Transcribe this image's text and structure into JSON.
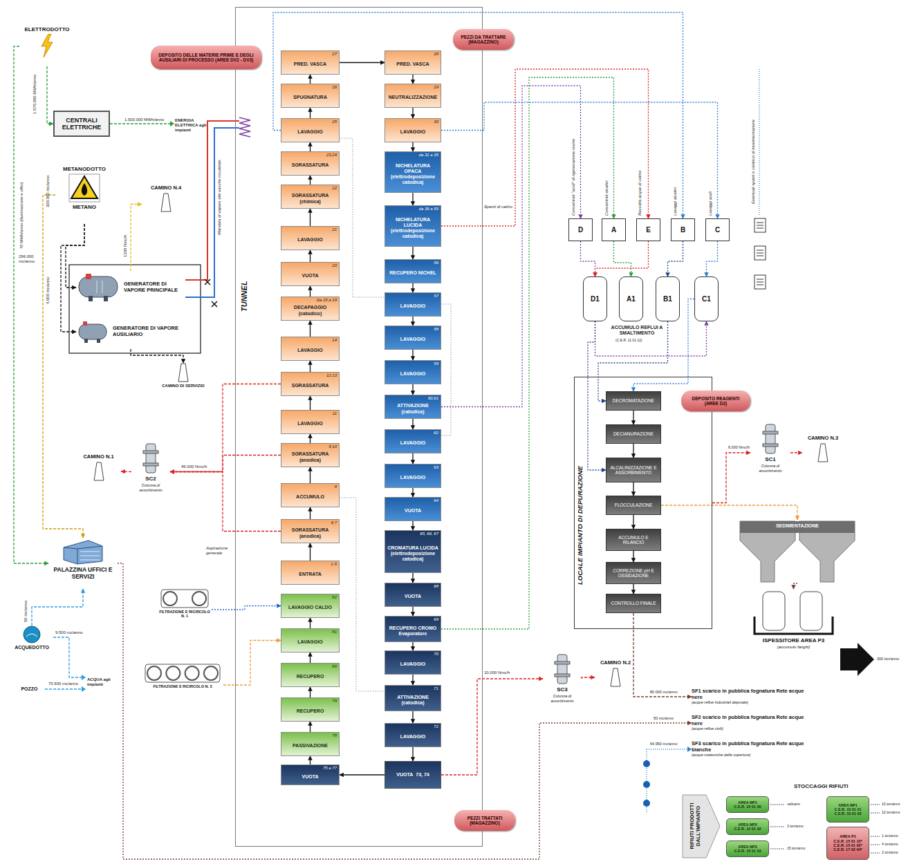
{
  "diagram": {
    "nodes": [
      {
        "text": [
          "ELETTRODOTTO"
        ]
      },
      {
        "text": [
          "CENTRALI ELETTRICHE"
        ]
      },
      {
        "text": [
          "METANODOTTO",
          "METANO"
        ]
      },
      {
        "text": [
          "GENERATORE DI VAPORE PRINCIPALE"
        ]
      },
      {
        "text": [
          "GENERATORE DI VAPORE AUSILIARIO"
        ]
      },
      {
        "text": [
          "CAMINO N.4"
        ]
      },
      {
        "text": [
          "CAMINO DI SERVIZIO"
        ]
      },
      {
        "text": [
          "CAMINO N.1"
        ]
      },
      {
        "text": [
          "SC2",
          "Colonna di assorbimento"
        ]
      },
      {
        "text": [
          "PALAZZINA UFFICI E SERVIZI"
        ]
      },
      {
        "text": [
          "ACQUEDOTTO"
        ]
      },
      {
        "text": [
          "POZZO"
        ]
      },
      {
        "text": [
          "FILTRAZIONE E RICIRCOLO N. 1"
        ]
      },
      {
        "text": [
          "FILTRAZIONE E RICIRCOLO N. 3"
        ]
      },
      {
        "text": [
          "TUNNEL"
        ]
      },
      {
        "text": [
          "27",
          "PRED. VASCA"
        ],
        "in": 14
      },
      {
        "text": [
          "26",
          "SPUGNATURA"
        ],
        "in": 14
      },
      {
        "text": [
          "25",
          "LAVAGGIO"
        ],
        "in": 14
      },
      {
        "text": [
          "23,24",
          "SGRASSATURA"
        ],
        "in": 14
      },
      {
        "text": [
          "22",
          "SGRASSATURA (chimica)"
        ],
        "in": 14
      },
      {
        "text": [
          "21",
          "LAVAGGIO"
        ],
        "in": 14
      },
      {
        "text": [
          "20",
          "VUOTA"
        ],
        "in": 14
      },
      {
        "text": [
          "Da 15 a 19",
          "DECAPAGGIO (catodico)"
        ],
        "in": 14
      },
      {
        "text": [
          "14",
          "LAVAGGIO"
        ],
        "in": 14
      },
      {
        "text": [
          "12.13",
          "SGRASSATURA"
        ],
        "in": 14
      },
      {
        "text": [
          "11",
          "LAVAGGIO"
        ],
        "in": 14
      },
      {
        "text": [
          "9,10",
          "SGRASSATURA (anodica)"
        ],
        "in": 14
      },
      {
        "text": [
          "8",
          "ACCUMULO"
        ],
        "in": 14
      },
      {
        "text": [
          "6,7",
          "SGRASSATURA (anodica)"
        ],
        "in": 14
      },
      {
        "text": [
          "1-5",
          "ENTRATA"
        ],
        "in": 14
      },
      {
        "text": [
          "82",
          "LAVAGGIO CALDO"
        ],
        "in": 14
      },
      {
        "text": [
          "81",
          "LAVAGGIO"
        ],
        "in": 14
      },
      {
        "text": [
          "80",
          "RECUPERO"
        ],
        "in": 14
      },
      {
        "text": [
          "79",
          "RECUPERO"
        ],
        "in": 14
      },
      {
        "text": [
          "78",
          "PASSIVAZIONE"
        ],
        "in": 14
      },
      {
        "text": [
          "75 a 77",
          "VUOTA"
        ],
        "in": 14
      },
      {
        "text": [
          "28",
          "PRED. VASCA"
        ],
        "in": 14
      },
      {
        "text": [
          "29",
          "NEUTRALIZZAZIONE"
        ],
        "in": 14
      },
      {
        "text": [
          "30",
          "LAVAGGIO"
        ],
        "in": 14
      },
      {
        "text": [
          "da 31 a 35",
          "NICHELATURA OPACA (elettrodeposizione catodica)"
        ],
        "in": 14
      },
      {
        "text": [
          "da 36 a 55",
          "NICHELATURA LUCIDA (elettrodeposizione catodica)"
        ],
        "in": 14
      },
      {
        "text": [
          "56",
          "RECUPERO NICHEL"
        ],
        "in": 14
      },
      {
        "text": [
          "57",
          "LAVAGGIO"
        ],
        "in": 14
      },
      {
        "text": [
          "58",
          "LAVAGGIO"
        ],
        "in": 14
      },
      {
        "text": [
          "59",
          "LAVAGGIO"
        ],
        "in": 14
      },
      {
        "text": [
          "60,61",
          "ATTIVAZIONE (catodica)"
        ],
        "in": 14
      },
      {
        "text": [
          "62",
          "LAVAGGIO"
        ],
        "in": 14
      },
      {
        "text": [
          "63",
          "LAVAGGIO"
        ],
        "in": 14
      },
      {
        "text": [
          "64",
          "VUOTA"
        ],
        "in": 14
      },
      {
        "text": [
          "65, 66, 67",
          "CROMATURA LUCIDA (elettrodeposizione catodica)"
        ],
        "in": 14
      },
      {
        "text": [
          "68",
          "VUOTA"
        ],
        "in": 14
      },
      {
        "text": [
          "69",
          "RECUPERO CROMO Evaporatore"
        ],
        "in": 14
      },
      {
        "text": [
          "70",
          "LAVAGGIO"
        ],
        "in": 14
      },
      {
        "text": [
          "71",
          "ATTIVAZIONE (catodica)"
        ],
        "in": 14
      },
      {
        "text": [
          "72",
          "LAVAGGIO"
        ],
        "in": 14
      },
      {
        "text": [
          "VUOTA",
          "73, 74"
        ],
        "in": 14
      },
      {
        "text": [
          "DEPOSITO DELLE MATERIE PRIME E DEGLI AUSILIARI DI PROCESSO (AREE DV2 - DV3)"
        ]
      },
      {
        "text": [
          "PEZZI DA TRATTARE (MAGAZZINO)"
        ]
      },
      {
        "text": [
          "PEZZI TRATTATI (MAGAZZINO)"
        ]
      },
      {
        "text": [
          "D"
        ]
      },
      {
        "text": [
          "A"
        ]
      },
      {
        "text": [
          "E"
        ]
      },
      {
        "text": [
          "B"
        ]
      },
      {
        "text": [
          "C"
        ]
      },
      {
        "text": [
          "D1"
        ]
      },
      {
        "text": [
          "A1"
        ]
      },
      {
        "text": [
          "B1"
        ]
      },
      {
        "text": [
          "C1"
        ]
      },
      {
        "text": [
          "LOCALE IMPIANTO DI DEPURAZIONE"
        ]
      },
      {
        "text": [
          "DECROMATAZIONE"
        ],
        "in": 68
      },
      {
        "text": [
          "DECIANURAZIONE"
        ],
        "in": 68
      },
      {
        "text": [
          "ALCALINIZZAZIONE E ASSORBIMENTO"
        ],
        "in": 68
      },
      {
        "text": [
          "FLOCCULAZIONE"
        ],
        "in": 68
      },
      {
        "text": [
          "ACCUMULO E RILANCIO"
        ],
        "in": 68
      },
      {
        "text": [
          "CORREZIONE pH E OSSIDAZIONE"
        ],
        "in": 68
      },
      {
        "text": [
          "CONTROLLO FINALE"
        ],
        "in": 68
      },
      {
        "text": [
          "DEPOSITO REAGENTI (AREE D2)"
        ]
      },
      {
        "text": [
          "SC1",
          "Colonna di assorbimento"
        ]
      },
      {
        "text": [
          "CAMINO N.3"
        ]
      },
      {
        "text": [
          "SEDIMENTAZIONE"
        ]
      },
      {
        "text": [
          "ISPESSITORE AREA P3",
          "(accumulo fanghi)"
        ]
      },
      {
        "text": [
          "SC3",
          "Colonna di assorbimento"
        ]
      },
      {
        "text": [
          "CAMINO N.2"
        ]
      },
      {
        "text": [
          "SF1 scarico in pubblica fognatura Rete acque nere",
          "(acque reflue industriali depurate)"
        ]
      },
      {
        "text": [
          "SF2 scarico in pubblica fognatura Rete acque nere",
          "(acque reflue civili)"
        ]
      },
      {
        "text": [
          "SF3 scarico in pubblica fognatura Rete acque bianche",
          "(acque meteoriche delle coperture)"
        ]
      },
      {
        "text": [
          "RIFIUTI PRODOTTI DALL'IMPIANTO"
        ]
      },
      {
        "text": [
          "AREA NP1",
          "C.E.R. 15 01 06"
        ]
      },
      {
        "text": [
          "AREA NP2",
          "C.E.R. 12 01 02"
        ]
      },
      {
        "text": [
          "AREA NP3",
          "C.E.R. 15 01 03"
        ]
      },
      {
        "text": [
          "AREA NP1",
          "C.E.R. 15 01 01",
          "C.E.R. 15 01 02"
        ]
      },
      {
        "text": [
          "AREA P1",
          "C.E.R. 15 01 10*",
          "C.E.R. 15 01 02*",
          "C.E.R. 17 02 04*"
        ]
      }
    ],
    "edges": [
      {
        "from": 29,
        "to": 28,
        "arrow": "to"
      },
      {
        "from": 28,
        "to": 27,
        "arrow": "to"
      },
      {
        "from": 27,
        "to": 26,
        "arrow": "to"
      },
      {
        "from": 26,
        "to": 25,
        "arrow": "to"
      },
      {
        "from": 25,
        "to": 24,
        "arrow": "to"
      },
      {
        "from": 24,
        "to": 23,
        "arrow": "to"
      },
      {
        "from": 23,
        "to": 22,
        "arrow": "to"
      },
      {
        "from": 22,
        "to": 21,
        "arrow": "to"
      },
      {
        "from": 21,
        "to": 20,
        "arrow": "to"
      },
      {
        "from": 20,
        "to": 19,
        "arrow": "to"
      },
      {
        "from": 19,
        "to": 18,
        "arrow": "to"
      },
      {
        "from": 18,
        "to": 17,
        "arrow": "to"
      },
      {
        "from": 17,
        "to": 16,
        "arrow": "to"
      },
      {
        "from": 16,
        "to": 15,
        "arrow": "to"
      },
      {
        "from": 15,
        "to": 36,
        "arrow": "to"
      },
      {
        "from": 36,
        "to": 37,
        "arrow": "to"
      },
      {
        "from": 37,
        "to": 38,
        "arrow": "to"
      },
      {
        "from": 38,
        "to": 39,
        "arrow": "to"
      },
      {
        "from": 39,
        "to": 40,
        "arrow": "to"
      },
      {
        "from": 40,
        "to": 41,
        "arrow": "to"
      },
      {
        "from": 41,
        "to": 42,
        "arrow": "to"
      },
      {
        "from": 42,
        "to": 43,
        "arrow": "to"
      },
      {
        "from": 43,
        "to": 44,
        "arrow": "to"
      },
      {
        "from": 44,
        "to": 45,
        "arrow": "to"
      },
      {
        "from": 45,
        "to": 46,
        "arrow": "to"
      },
      {
        "from": 46,
        "to": 47,
        "arrow": "to"
      },
      {
        "from": 47,
        "to": 48,
        "arrow": "to"
      },
      {
        "from": 48,
        "to": 49,
        "arrow": "to"
      },
      {
        "from": 49,
        "to": 50,
        "arrow": "to"
      },
      {
        "from": 50,
        "to": 51,
        "arrow": "to"
      },
      {
        "from": 51,
        "to": 52,
        "arrow": "to"
      },
      {
        "from": 52,
        "to": 53,
        "arrow": "to"
      },
      {
        "from": 53,
        "to": 54,
        "arrow": "to"
      },
      {
        "from": 54,
        "to": 55,
        "arrow": "to"
      },
      {
        "from": 55,
        "to": 35,
        "arrow": "to"
      },
      {
        "from": 35,
        "to": 34,
        "arrow": "to"
      },
      {
        "from": 34,
        "to": 33,
        "arrow": "to"
      },
      {
        "from": 33,
        "to": 32,
        "arrow": "to"
      },
      {
        "from": 32,
        "to": 31,
        "arrow": "to"
      },
      {
        "from": 31,
        "to": 30,
        "arrow": "to"
      },
      {
        "from": 69,
        "to": 70,
        "arrow": "to"
      },
      {
        "from": 70,
        "to": 71,
        "arrow": "to"
      },
      {
        "from": 71,
        "to": 72,
        "arrow": "to"
      },
      {
        "from": 72,
        "to": 73,
        "arrow": "to"
      },
      {
        "from": 73,
        "to": 74,
        "arrow": "to"
      },
      {
        "from": 74,
        "to": 75,
        "arrow": "to"
      },
      {
        "from": 75,
        "to": 83,
        "arrow": "to"
      },
      {
        "from": 72,
        "to": 79,
        "arrow": "to"
      },
      {
        "from": 79,
        "to": 80,
        "arrow": "to"
      },
      {
        "from": 59,
        "to": 64,
        "arrow": "to"
      },
      {
        "from": 60,
        "to": 65,
        "arrow": "to"
      },
      {
        "from": 61,
        "to": 64,
        "arrow": "to"
      },
      {
        "from": 62,
        "to": 66,
        "arrow": "to"
      },
      {
        "from": 63,
        "to": 67,
        "arrow": "to"
      },
      {
        "from": 64,
        "to": 67,
        "arrow": "to"
      },
      {
        "from": 67,
        "to": 69,
        "arrow": "to"
      },
      {
        "from": 66,
        "to": 69,
        "arrow": "to"
      },
      {
        "from": 64,
        "to": 71,
        "arrow": "to"
      },
      {
        "from": 8,
        "to": 7,
        "arrow": "to"
      },
      {
        "from": 77,
        "to": 78,
        "arrow": "to"
      },
      {
        "from": 81,
        "to": 82,
        "arrow": "to"
      },
      {
        "from": 24,
        "to": 8,
        "arrow": "to"
      },
      {
        "from": 26,
        "to": 8,
        "arrow": "to"
      },
      {
        "from": 28,
        "to": 8,
        "arrow": "to"
      },
      {
        "from": 55,
        "to": 81,
        "arrow": "to"
      },
      {
        "from": 3,
        "to": 5,
        "arrow": "to"
      },
      {
        "from": 4,
        "to": 6,
        "arrow": "to"
      },
      {
        "from": 2,
        "to": 3,
        "arrow": "to"
      },
      {
        "from": 2,
        "to": 4,
        "arrow": "to"
      },
      {
        "from": 2,
        "to": 9,
        "arrow": "to"
      },
      {
        "from": 0,
        "to": 1,
        "arrow": "to"
      },
      {
        "from": 0,
        "to": 9,
        "arrow": "to"
      },
      {
        "from": 10,
        "to": 9,
        "arrow": "to"
      },
      {
        "from": 9,
        "to": 84,
        "arrow": "to"
      },
      {
        "from": 12,
        "to": 30,
        "arrow": "to"
      },
      {
        "from": 13,
        "to": 31,
        "arrow": "to"
      },
      {
        "from": 17,
        "to": 62,
        "arrow": "to"
      },
      {
        "from": 38,
        "to": 63,
        "arrow": "to"
      },
      {
        "from": 51,
        "to": 60,
        "arrow": "to"
      },
      {
        "from": 40,
        "to": 61,
        "arrow": "to"
      },
      {
        "from": 45,
        "to": 59,
        "arrow": "to"
      },
      {
        "from": 68,
        "to": 77,
        "arrow": "to"
      }
    ],
    "labels": [
      "1.570.000 MWh/anno",
      "1.500.000 MWh/anno",
      "ENERGIA ELETTRICA agli impianti",
      "70 MWh/anno (illuminazione e uffici)",
      "300.000 mc/anno",
      "4.000 mc/anno",
      "296.000 mc/anno",
      "1300 Nmc/h",
      "Mandata di vapore alle vasche riscaldate",
      "45.000 Nmc/h",
      "Aspirazione generale",
      "50 mc/anno",
      "9.500 mc/anno",
      "70.500 mc/anno",
      "ACQUA agli impianti",
      "Spanti di catino",
      "Concentrati \"acidi\" di rigenerazione resine",
      "Concentrati alcalini",
      "Raccolta acque di catino",
      "Lavaggi alcalini",
      "Lavaggi acidi",
      "Eventuali spanti e colaticci di movimentazione",
      "ACCUMULO REFLUI A SMALTIMENTO",
      "(C.E.R. 11 01 12)",
      "6.000 Nmc/h",
      "10.000 Nmc/h",
      "80.000 mc/anno",
      "50 mc/anno",
      "64.950 mc/anno",
      "300 ton/anno",
      "STOCCAGGI RIFIUTI",
      "saltuario",
      "3 ton/anno",
      "15 ton/anno",
      "10 ton/anno",
      "12 ton/anno",
      "1 ton/anno",
      "4 ton/anno",
      "2 ton/anno"
    ]
  }
}
